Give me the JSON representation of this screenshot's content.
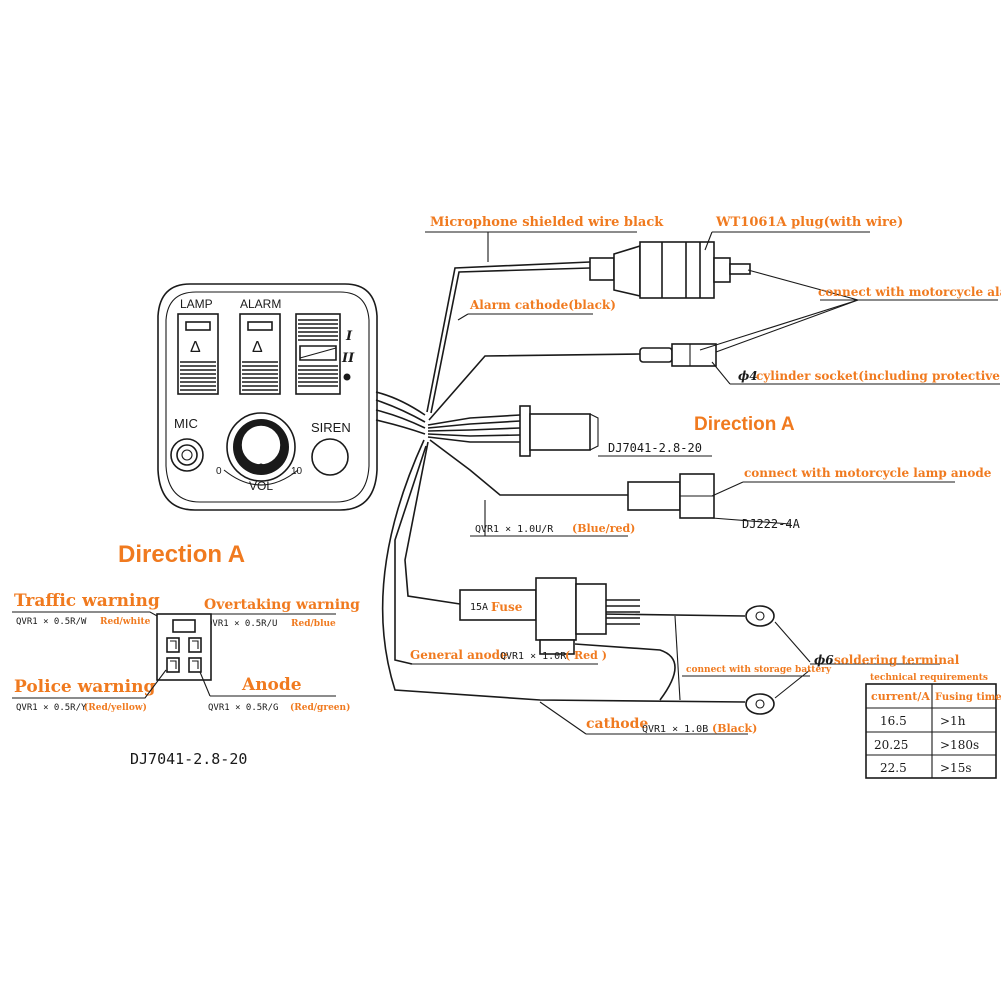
{
  "panel": {
    "lamp": "LAMP",
    "alarm": "ALARM",
    "mic": "MIC",
    "siren": "SIREN",
    "vol": "VOL",
    "vol_min": "0",
    "vol_max": "10",
    "pos_1": "I",
    "pos_2": "II",
    "lamp_symbol": "Δ",
    "alarm_symbol": "Δ"
  },
  "callouts": {
    "mic_wire": "Microphone shielded wire black",
    "plug": "WT1061A plug(with wire)",
    "moto_alarm": "connect with motorcycle alarm",
    "alarm_cathode": "Alarm cathode(black)",
    "socket_symbol": "ϕ4",
    "socket": "cylinder socket(including protective casing)",
    "direction_a": "Direction A",
    "dj7041": "DJ7041-2.8-20",
    "lamp_anode": "connect with motorcycle lamp anode",
    "dj222": "DJ222-4A",
    "blue_red_code": "QVR1 × 1.0U/R",
    "blue_red": "(Blue/red)",
    "fuse_amp": "15A",
    "fuse": "Fuse",
    "general_anode": "General anode",
    "general_anode_code": "QVR1 × 1.0R",
    "red": "( Red )",
    "storage": "connect with storage battery",
    "terminal_symbol": "ϕ6",
    "terminal": "soldering terminal",
    "cathode": "cathode",
    "cathode_code": "QVR1 × 1.0B",
    "black": "(Black)"
  },
  "tech_table": {
    "caption": "technical requirements",
    "headers": [
      "current/A",
      "Fusing time"
    ],
    "rows": [
      [
        "16.5",
        ">1h"
      ],
      [
        "20.25",
        ">180s"
      ],
      [
        "22.5",
        ">15s"
      ]
    ]
  },
  "legend": {
    "title": "Direction A",
    "traffic": "Traffic warning",
    "traffic_code": "QVR1 × 0.5R/W",
    "traffic_color": "Red/white",
    "overtaking": "Overtaking warning",
    "overtaking_code": "QVR1 × 0.5R/U",
    "overtaking_color": "Red/blue",
    "police": "Police warning",
    "police_code": "QVR1 × 0.5R/Y",
    "police_color": "(Red/yellow)",
    "anode": "Anode",
    "anode_code": "QVR1 × 0.5R/G",
    "anode_color": "(Red/green)",
    "part_no": "DJ7041-2.8-20"
  },
  "colors": {
    "callout_text": "#f07a1f",
    "line_art": "#1a1a1a",
    "background": "#ffffff"
  }
}
